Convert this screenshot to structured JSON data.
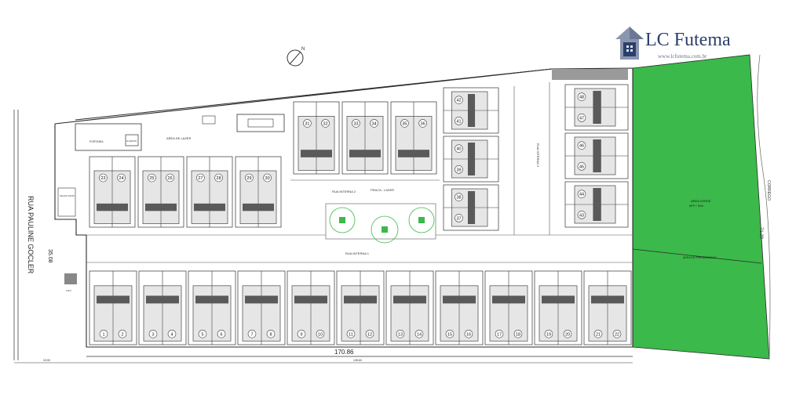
{
  "brand": {
    "name": "LC Futema",
    "url": "www.lcfutema.com.br",
    "colors": {
      "navy": "#2c3f6b",
      "slate": "#8a96b0"
    }
  },
  "plan": {
    "street_label": "RUA PAULINE GOCLER",
    "stream_label": "CORREGO",
    "north_label": "N",
    "dimensions": {
      "front": "35.08",
      "bottom": "170.86",
      "right": "71.29",
      "bottom_small": "128.60",
      "left_small": "10.00"
    },
    "road_labels": {
      "rua_interna_1": "RUA INTERNA 1",
      "rua_interna_2": "RUA INTERNA 2",
      "rua_interna_3": "RUA INTERNA 3",
      "praca": "PRACA - LAZER"
    },
    "area_labels": {
      "area_verde": "AREA VERDE",
      "area_verde_sub": "APP + 30m",
      "area_preservacao": "AREA DE PRESERVACAO",
      "area_lazer": "AREA DE LAZER",
      "piscina": "",
      "portaria": "PORTARIA",
      "guarita": "GUARITA",
      "vagas": "VAGAS VISITA",
      "lixo": "LIXO"
    },
    "colors": {
      "green": "#3bb94a",
      "line": "#3a3a3a",
      "unit_fill": "#e6e6e6",
      "unit_dark": "#5a5a5a"
    },
    "units_bottom": [
      {
        "a": "1",
        "b": "2"
      },
      {
        "a": "3",
        "b": "4"
      },
      {
        "a": "5",
        "b": "6"
      },
      {
        "a": "7",
        "b": "8"
      },
      {
        "a": "9",
        "b": "10"
      },
      {
        "a": "11",
        "b": "12"
      },
      {
        "a": "13",
        "b": "14"
      },
      {
        "a": "15",
        "b": "16"
      },
      {
        "a": "17",
        "b": "18"
      },
      {
        "a": "19",
        "b": "20"
      },
      {
        "a": "21",
        "b": "22"
      }
    ],
    "units_left": [
      {
        "a": "23",
        "b": "24"
      },
      {
        "a": "25",
        "b": "26"
      },
      {
        "a": "27",
        "b": "28"
      },
      {
        "a": "29",
        "b": "30"
      }
    ],
    "units_top": [
      {
        "a": "31",
        "b": "32"
      },
      {
        "a": "33",
        "b": "34"
      },
      {
        "a": "35",
        "b": "36"
      }
    ],
    "units_mid_col": [
      {
        "a": "42",
        "b": "41"
      },
      {
        "a": "40",
        "b": "39"
      },
      {
        "a": "38",
        "b": "37"
      }
    ],
    "units_right_col": [
      {
        "a": "48",
        "b": "47"
      },
      {
        "a": "46",
        "b": "45"
      },
      {
        "a": "44",
        "b": "43"
      }
    ]
  }
}
